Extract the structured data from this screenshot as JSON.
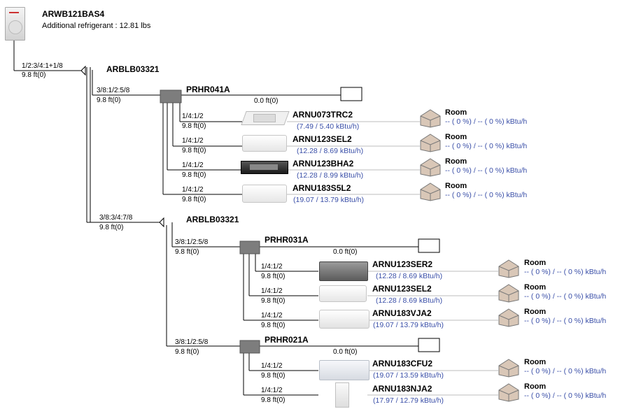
{
  "outdoor": {
    "model": "ARWB121BAS4",
    "refrigerant": "Additional refrigerant : 12.81 lbs"
  },
  "main_pipe": {
    "size": "1/2:3/4:1+1/8",
    "length": "9.8 ft(0)"
  },
  "branches": [
    {
      "branch_model": "ARBLB03321",
      "branch_pipe": "3/8:1/2:5/8",
      "branch_len": "9.8 ft(0)",
      "hr_units": [
        {
          "model": "PRHR041A",
          "open_len": "0.0 ft(0)",
          "indoors": [
            {
              "pipe": "1/4:1/2",
              "len": "9.8 ft(0)",
              "model": "ARNU073TRC2",
              "capacity": "(7.49 / 5.40 kBtu/h)",
              "room": "Room",
              "load": "-- ( 0 %) / -- ( 0 %) kBtu/h"
            },
            {
              "pipe": "1/4:1/2",
              "len": "9.8 ft(0)",
              "model": "ARNU123SEL2",
              "capacity": "(12.28 / 8.69 kBtu/h)",
              "room": "Room",
              "load": "-- ( 0 %) / -- ( 0 %) kBtu/h"
            },
            {
              "pipe": "1/4:1/2",
              "len": "9.8 ft(0)",
              "model": "ARNU123BHA2",
              "capacity": "(12.28 / 8.99 kBtu/h)",
              "room": "Room",
              "load": "-- ( 0 %) / -- ( 0 %) kBtu/h"
            },
            {
              "pipe": "1/4:1/2",
              "len": "9.8 ft(0)",
              "model": "ARNU183S5L2",
              "capacity": "(19.07 / 13.79 kBtu/h)",
              "room": "Room",
              "load": "-- ( 0 %) / -- ( 0 %) kBtu/h"
            }
          ]
        }
      ]
    },
    {
      "branch_model": "ARBLB03321",
      "branch_pipe": "3/8:3/4:7/8",
      "branch_len": "9.8 ft(0)",
      "hr_units": [
        {
          "model": "PRHR031A",
          "pipe": "3/8:1/2:5/8",
          "len": "9.8 ft(0)",
          "open_len": "0.0 ft(0)",
          "indoors": [
            {
              "pipe": "1/4:1/2",
              "len": "9.8 ft(0)",
              "model": "ARNU123SER2",
              "capacity": "(12.28 / 8.69 kBtu/h)",
              "room": "Room",
              "load": "-- ( 0 %) / -- ( 0 %) kBtu/h"
            },
            {
              "pipe": "1/4:1/2",
              "len": "9.8 ft(0)",
              "model": "ARNU123SEL2",
              "capacity": "(12.28 / 8.69 kBtu/h)",
              "room": "Room",
              "load": "-- ( 0 %) / -- ( 0 %) kBtu/h"
            },
            {
              "pipe": "1/4:1/2",
              "len": "9.8 ft(0)",
              "model": "ARNU183VJA2",
              "capacity": "(19.07 / 13.79 kBtu/h)",
              "room": "Room",
              "load": "-- ( 0 %) / -- ( 0 %) kBtu/h"
            }
          ]
        },
        {
          "model": "PRHR021A",
          "pipe": "3/8:1/2:5/8",
          "len": "9.8 ft(0)",
          "open_len": "0.0 ft(0)",
          "indoors": [
            {
              "pipe": "1/4:1/2",
              "len": "9.8 ft(0)",
              "model": "ARNU183CFU2",
              "capacity": "(19.07 / 13.59 kBtu/h)",
              "room": "Room",
              "load": "-- ( 0 %) / -- ( 0 %) kBtu/h"
            },
            {
              "pipe": "1/4:1/2",
              "len": "9.8 ft(0)",
              "model": "ARNU183NJA2",
              "capacity": "(17.97 / 12.79 kBtu/h)",
              "room": "Room",
              "load": "-- ( 0 %) / -- ( 0 %) kBtu/h"
            }
          ]
        }
      ]
    }
  ]
}
